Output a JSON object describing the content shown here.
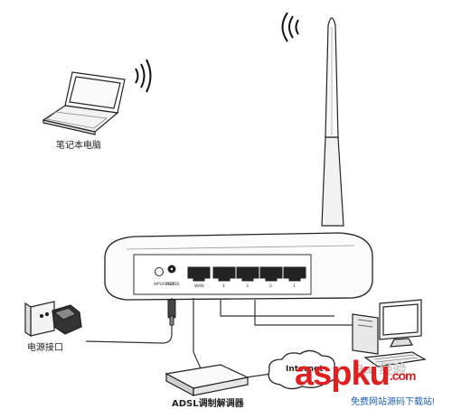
{
  "labels": {
    "laptop": "笔记本电脑",
    "power": "电源接口",
    "modem": "ADSL调制解调器",
    "internet": "Internet"
  },
  "router": {
    "reset": "WPS/RESET",
    "power_port": "POWER",
    "wan": "WAN",
    "lan_ports": [
      "4",
      "3",
      "2",
      "1"
    ]
  },
  "watermark": {
    "brand": "aspku",
    "tld": ".com",
    "tagline": "免费网站源码下载站!",
    "baidu": "Bai 经验",
    "colors": {
      "red": "#e02020",
      "blue": "#1a5fb4"
    }
  }
}
